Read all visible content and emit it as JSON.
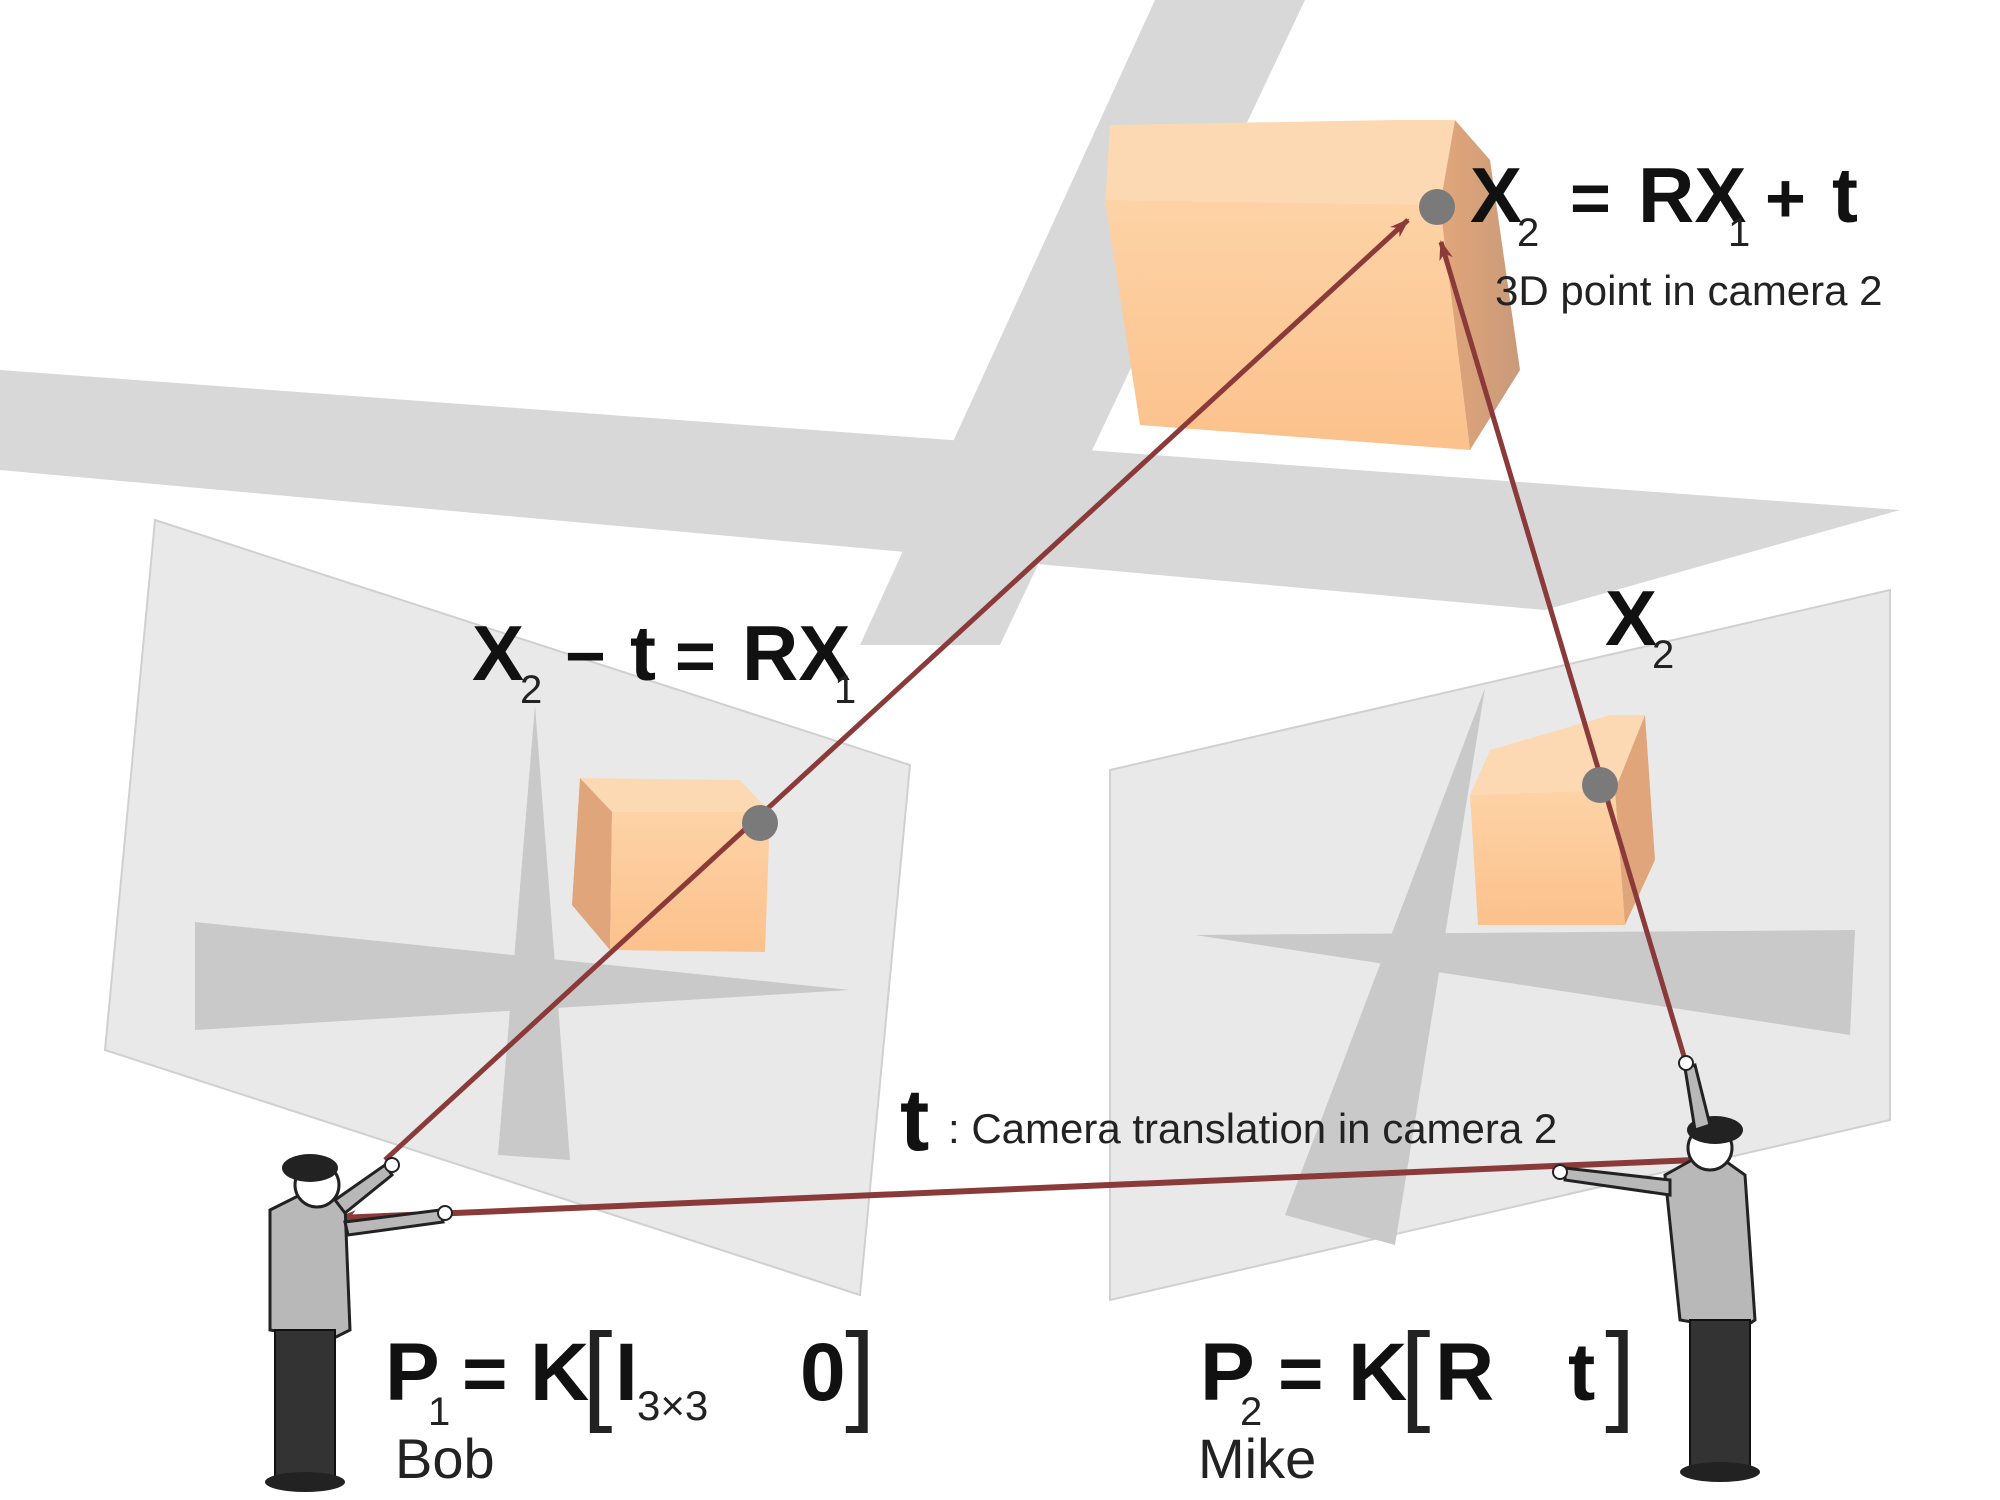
{
  "equations": {
    "x2_world": {
      "var": "X",
      "sub": "2",
      "eq": "=",
      "rx": "RX",
      "rx_sub": "1",
      "plus": "+",
      "t": "t"
    },
    "x2_world_note": "3D point in camera 2",
    "x2_minus_t": {
      "var": "X",
      "sub": "2",
      "minus": "−",
      "t": "t",
      "eq": "=",
      "rx": "RX",
      "rx_sub": "1"
    },
    "x2_label": {
      "var": "X",
      "sub": "2"
    },
    "t_label": "t",
    "t_note": ": Camera translation in camera 2",
    "p1": {
      "var": "P",
      "sub": "1",
      "eq": "=",
      "k": "K",
      "lb": "[",
      "i": "I",
      "i_sub": "3×3",
      "zero": "0",
      "rb": "]"
    },
    "p2": {
      "var": "P",
      "sub": "2",
      "eq": "=",
      "k": "K",
      "lb": "[",
      "r": "R",
      "t": "t",
      "rb": "]"
    }
  },
  "people": {
    "bob": "Bob",
    "mike": "Mike"
  },
  "colors": {
    "arrow": "#8b3a3a",
    "gray_plane": "#d6d6d6",
    "image_plane": "#e8e8e8",
    "box_front": "#fcc795",
    "box_top": "#fdd9b3",
    "box_side": "#d9a37c",
    "point": "#7a7a7a"
  }
}
